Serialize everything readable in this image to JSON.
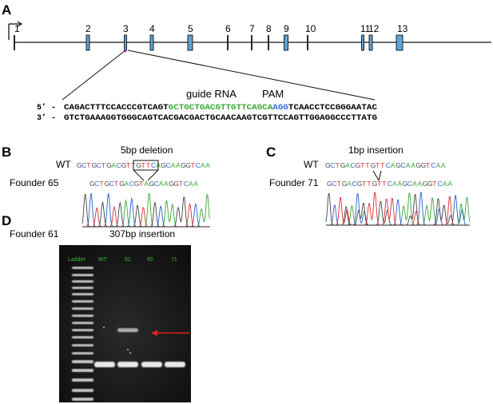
{
  "panels": {
    "A": {
      "label": "A",
      "exons": [
        "1",
        "2",
        "3",
        "4",
        "5",
        "6",
        "7",
        "8",
        "9",
        "10",
        "11",
        "12",
        "13"
      ],
      "guide_label": "guide RNA",
      "pam_label": "PAM",
      "strand_top_prefix": "5’ -",
      "strand_bottom_prefix": "3’ -",
      "seq_top_pre": "CAGACTTTCCACCCGTCAGT",
      "seq_top_guide": "GCTGCTGACGTTGTTCAGCA",
      "seq_top_pam": "AGG",
      "seq_top_post": "TCAACCTCCGGGAATAC",
      "seq_bottom": "GTCTGAAAGGTGGGCAGTCACGACGACTGCAACAAGTCGTTCCAGTTGGAGGCCCTTATG"
    },
    "B": {
      "label": "B",
      "title": "5bp deletion",
      "wt_label": "WT",
      "wt_seq": "GCTGCTGACGTTGTTCAGCAAGGTCAA",
      "founder_label": "Founder 65",
      "founder_seq": "GCTGCTGACGTAGCAAGGTCAA"
    },
    "C": {
      "label": "C",
      "title": "1bp insertion",
      "wt_label": "WT",
      "wt_seq": "GCTGACGTTGTTCAGCAAGGTCAA",
      "founder_label": "Founder 71",
      "founder_seq": "GCTGACGTTGTTCAAGCAAGGTCAA"
    },
    "D": {
      "label": "D",
      "founder_label": "Founder 61",
      "title": "307bp insertion",
      "lanes": [
        "Ladder",
        "WT",
        "61",
        "65",
        "71"
      ]
    }
  },
  "colors": {
    "exon_fill": "#5ba3d6",
    "guide": "#3aa835",
    "pam": "#2a6fd6",
    "base_A": "#3aa835",
    "base_C": "#2a5fd0",
    "base_G": "#444444",
    "base_T": "#d83030",
    "arrow": "#e02020",
    "gel_lane_label": "#3ab83a"
  }
}
